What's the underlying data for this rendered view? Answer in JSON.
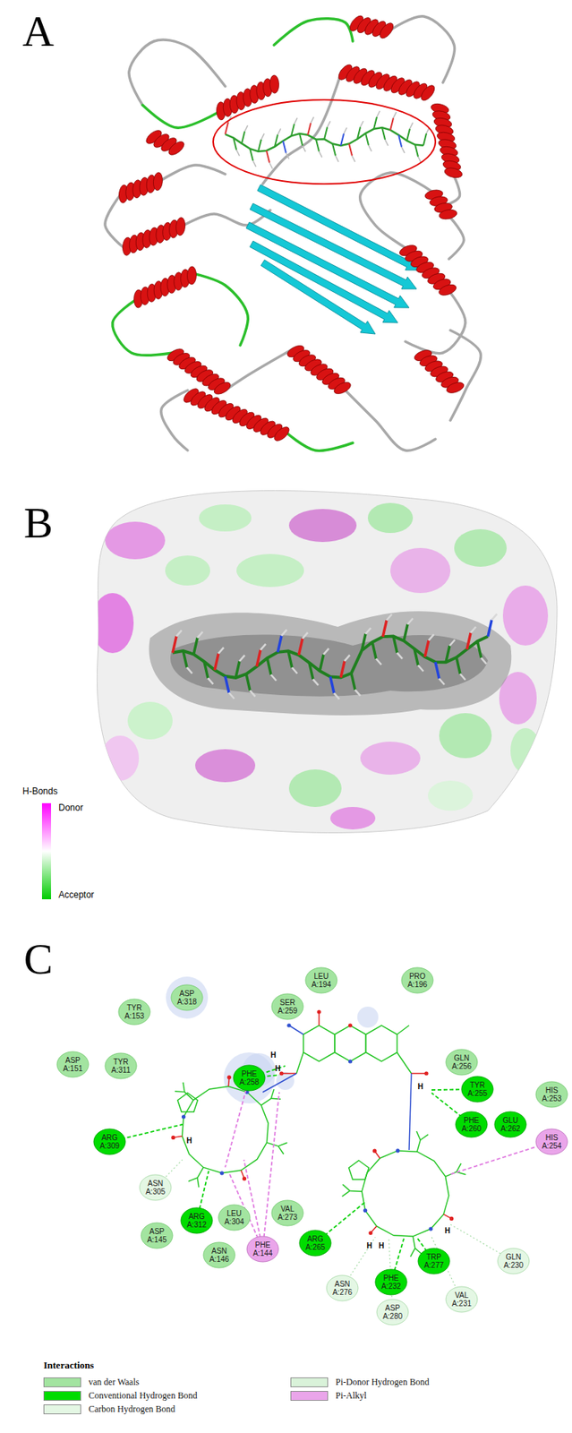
{
  "diagram": {
    "nodes": [
      {
        "text": [
          "LEU A:194"
        ]
      },
      {
        "text": [
          "PRO A:196"
        ]
      },
      {
        "text": [
          "ASP A:318"
        ]
      },
      {
        "text": [
          "SER A:259"
        ]
      },
      {
        "text": [
          "TYR A:153"
        ]
      },
      {
        "text": [
          "GLN A:256"
        ]
      },
      {
        "text": [
          "ASP A:151"
        ]
      },
      {
        "text": [
          "TYR A:311"
        ]
      },
      {
        "text": [
          "PHE A:258"
        ]
      },
      {
        "text": [
          "TYR A:255"
        ]
      },
      {
        "text": [
          "HIS A:253"
        ]
      },
      {
        "text": [
          "PHE A:260"
        ]
      },
      {
        "text": [
          "GLU A:262"
        ]
      },
      {
        "text": [
          "ARG A:309"
        ]
      },
      {
        "text": [
          "HIS A:254"
        ]
      },
      {
        "text": [
          "ASN A:305"
        ]
      },
      {
        "text": [
          "VAL A:273"
        ]
      },
      {
        "text": [
          "LEU A:304"
        ]
      },
      {
        "text": [
          "ARG A:312"
        ]
      },
      {
        "text": [
          "ASP A:145"
        ]
      },
      {
        "text": [
          "ARG A:265"
        ]
      },
      {
        "text": [
          "PHE A:144"
        ]
      },
      {
        "text": [
          "ASN A:146"
        ]
      },
      {
        "text": [
          "TRP A:277"
        ]
      },
      {
        "text": [
          "GLN A:230"
        ]
      },
      {
        "text": [
          "PHE A:232"
        ]
      },
      {
        "text": [
          "ASN A:276"
        ]
      },
      {
        "text": [
          "VAL A:231"
        ]
      },
      {
        "text": [
          "ASP A:280"
        ]
      }
    ],
    "labels": [
      "A",
      "B",
      "H-Bonds",
      "Donor",
      "Acceptor",
      "C",
      "H",
      "H",
      "H",
      "H",
      "H",
      "H",
      "H",
      "Interactions"
    ],
    "legend": [
      {
        "text": "van der Waals",
        "color": "#a3e4a0"
      },
      {
        "text": "Conventional Hydrogen Bond",
        "color": "#00dc00"
      },
      {
        "text": "Carbon Hydrogen Bond",
        "color": "#e4f7e4"
      },
      {
        "text": "Pi-Donor Hydrogen Bond",
        "color": "#d9f2d9"
      },
      {
        "text": "Pi-Alkyl",
        "color": "#eaa5ea"
      }
    ]
  }
}
